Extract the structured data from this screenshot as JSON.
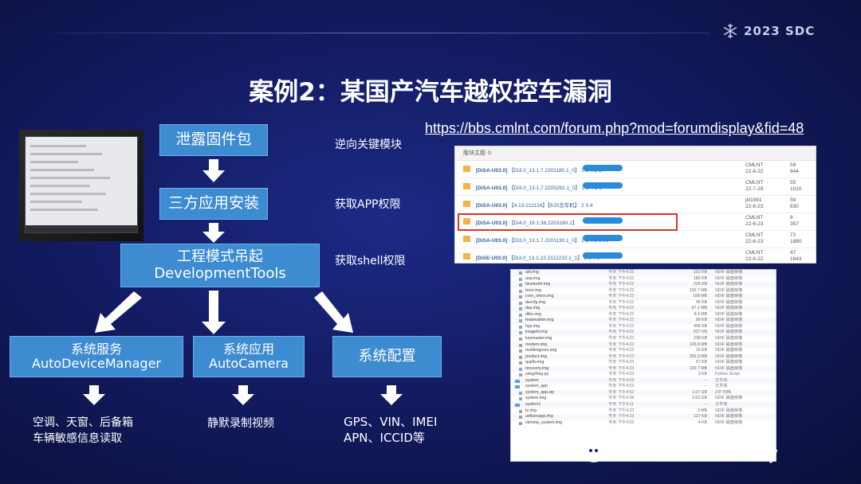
{
  "brand": {
    "text": "2023 SDC",
    "icon": "snowflake-icon"
  },
  "title": "案例2：某国产汽车越权控车漏洞",
  "url": "https://bbs.cmlnt.com/forum.php?mod=forumdisplay&fid=48",
  "flow": {
    "step1": "泄露固件包",
    "step2": "三方应用安装",
    "step3_line1": "工程模式吊起",
    "step3_line2": "DevelopmentTools",
    "branch1_line1": "系统服务",
    "branch1_line2": "AutoDeviceManager",
    "branch2_line1": "系统应用",
    "branch2_line2": "AutoCamera",
    "branch3": "系统配置"
  },
  "side_labels": {
    "label1": "逆向关键模块",
    "label2": "获取APP权限",
    "label3": "获取shell权限"
  },
  "outcomes": {
    "o1_line1": "空调、天窗、后备箱",
    "o1_line2": "车辆敏感信息读取",
    "o2": "静默录制视频",
    "o3_line1": "GPS、VIN、IMEI",
    "o3_line2": "APN、ICCID等"
  },
  "forum": {
    "header": "版块主题 ⊙",
    "rows": [
      {
        "tag": "[DiSA-U03.0]",
        "title": "【Di3.0_13.1.7.2201180.1_0】",
        "pages": "2 3 4 5 6",
        "author": "CMLNT",
        "date": "22-6-22",
        "replies": "59",
        "views": "844",
        "highlight": false
      },
      {
        "tag": "[DiSA-U03.0]",
        "title": "【Di3.0_13.1.7.2205262.1_0】",
        "pages": "2 3 4 5 6",
        "author": "CMLNT",
        "date": "22-7-29",
        "replies": "55",
        "views": "1010",
        "highlight": false
      },
      {
        "tag": "[DiSA-U03.0]",
        "title": "【4.13-211124】【6JS去车机】",
        "pages": "2 3 4",
        "author": "jkl1991",
        "date": "22-6-23",
        "replies": "59",
        "views": "630",
        "highlight": false
      },
      {
        "tag": "[DiSA-U03.0]",
        "title": "【Di4.0_16.1.38.2203180.1】",
        "pages": "",
        "author": "CMLNT",
        "date": "22-6-23",
        "replies": "8",
        "views": "357",
        "highlight": true
      },
      {
        "tag": "[DiSA-U03.0]",
        "title": "【Di3.0_13.1.7.2201130.1_0】",
        "pages": "2 3 4 5 6 ..8",
        "author": "CMLNT",
        "date": "22-6-23",
        "replies": "72",
        "views": "1880",
        "highlight": false
      },
      {
        "tag": "[DiSE-U03.0]",
        "title": "【Di3.0_13.1.22.2112210.1_1】",
        "pages": "2 3 4 5",
        "author": "CMLNT",
        "date": "22-6-22",
        "replies": "47",
        "views": "1643",
        "highlight": false
      }
    ]
  },
  "files": [
    {
      "name": "abl.img",
      "date": "今天 下午4:22",
      "size": "152 KB",
      "kind": "NDIF 磁盘映像",
      "dir": false
    },
    {
      "name": "aop.img",
      "date": "今天 下午4:22",
      "size": "180 KB",
      "kind": "NDIF 磁盘映像",
      "dir": false
    },
    {
      "name": "bluetooth.img",
      "date": "今天 下午4:22",
      "size": "225 KB",
      "kind": "NDIF 磁盘映像",
      "dir": false
    },
    {
      "name": "boot.img",
      "date": "今天 下午4:22",
      "size": "100.7 MB",
      "kind": "NDIF 磁盘映像",
      "dir": false
    },
    {
      "name": "core_rimox.img",
      "date": "今天 下午4:22",
      "size": "108 MB",
      "kind": "NDIF 磁盘映像",
      "dir": false
    },
    {
      "name": "devcfg.img",
      "date": "今天 下午4:22",
      "size": "45 KB",
      "kind": "NDIF 磁盘映像",
      "dir": false
    },
    {
      "name": "dsp.img",
      "date": "今天 下午4:22",
      "size": "67.1 MB",
      "kind": "NDIF 磁盘映像",
      "dir": false
    },
    {
      "name": "dtbo.img",
      "date": "今天 下午4:22",
      "size": "8.4 MB",
      "kind": "NDIF 磁盘映像",
      "dir": false
    },
    {
      "name": "featenabler.img",
      "date": "今天 下午4:22",
      "size": "90 KB",
      "kind": "NDIF 磁盘映像",
      "dir": false
    },
    {
      "name": "hyp.img",
      "date": "今天 下午4:22",
      "size": "406 KB",
      "kind": "NDIF 磁盘映像",
      "dir": false
    },
    {
      "name": "imagefv.img",
      "date": "今天 下午4:22",
      "size": "537 KB",
      "kind": "NDIF 磁盘映像",
      "dir": false
    },
    {
      "name": "keymaster.img",
      "date": "今天 下午4:22",
      "size": "238 KB",
      "kind": "NDIF 磁盘映像",
      "dir": false
    },
    {
      "name": "modem.img",
      "date": "今天 下午4:22",
      "size": "143.8 MB",
      "kind": "NDIF 磁盘映像",
      "dir": false
    },
    {
      "name": "multiimgoem.img",
      "date": "今天 下午4:22",
      "size": "16 KB",
      "kind": "NDIF 磁盘映像",
      "dir": false
    },
    {
      "name": "product.img",
      "date": "今天 下午4:23",
      "size": "255.3 MB",
      "kind": "NDIF 磁盘映像",
      "dir": false
    },
    {
      "name": "qupfw.img",
      "date": "今天 下午4:23",
      "size": "57 KB",
      "kind": "NDIF 磁盘映像",
      "dir": false
    },
    {
      "name": "recovery.img",
      "date": "今天 下午4:23",
      "size": "100.7 MB",
      "kind": "NDIF 磁盘映像",
      "dir": false
    },
    {
      "name": "simg2img.py",
      "date": "今天 下午4:23",
      "size": "3 KB",
      "kind": "Python Script",
      "dir": false
    },
    {
      "name": "system",
      "date": "今天 下午4:23",
      "size": "--",
      "kind": "文件夹",
      "dir": true
    },
    {
      "name": "system_app",
      "date": "今天 下午4:52",
      "size": "--",
      "kind": "文件夹",
      "dir": true
    },
    {
      "name": "system_app.zip",
      "date": "今天 下午4:52",
      "size": "1.07 GB",
      "kind": "ZIP 归档",
      "dir": false
    },
    {
      "name": "system.img",
      "date": "今天 下午4:28",
      "size": "3.53 GB",
      "kind": "NDIF 磁盘映像",
      "dir": false
    },
    {
      "name": "system1",
      "date": "今天 下午4:11",
      "size": "--",
      "kind": "文件夹",
      "dir": true
    },
    {
      "name": "tz.img",
      "date": "今天 下午4:23",
      "size": "3 MB",
      "kind": "NDIF 磁盘映像",
      "dir": false
    },
    {
      "name": "uefisecapp.img",
      "date": "今天 下午4:23",
      "size": "127 KB",
      "kind": "NDIF 磁盘映像",
      "dir": false
    },
    {
      "name": "vbmeta_system.img",
      "date": "今天 下午4:23",
      "size": "4 KB",
      "kind": "NDIF 磁盘映像",
      "dir": false
    }
  ],
  "watermark": "公众号 · IoVSecurity"
}
